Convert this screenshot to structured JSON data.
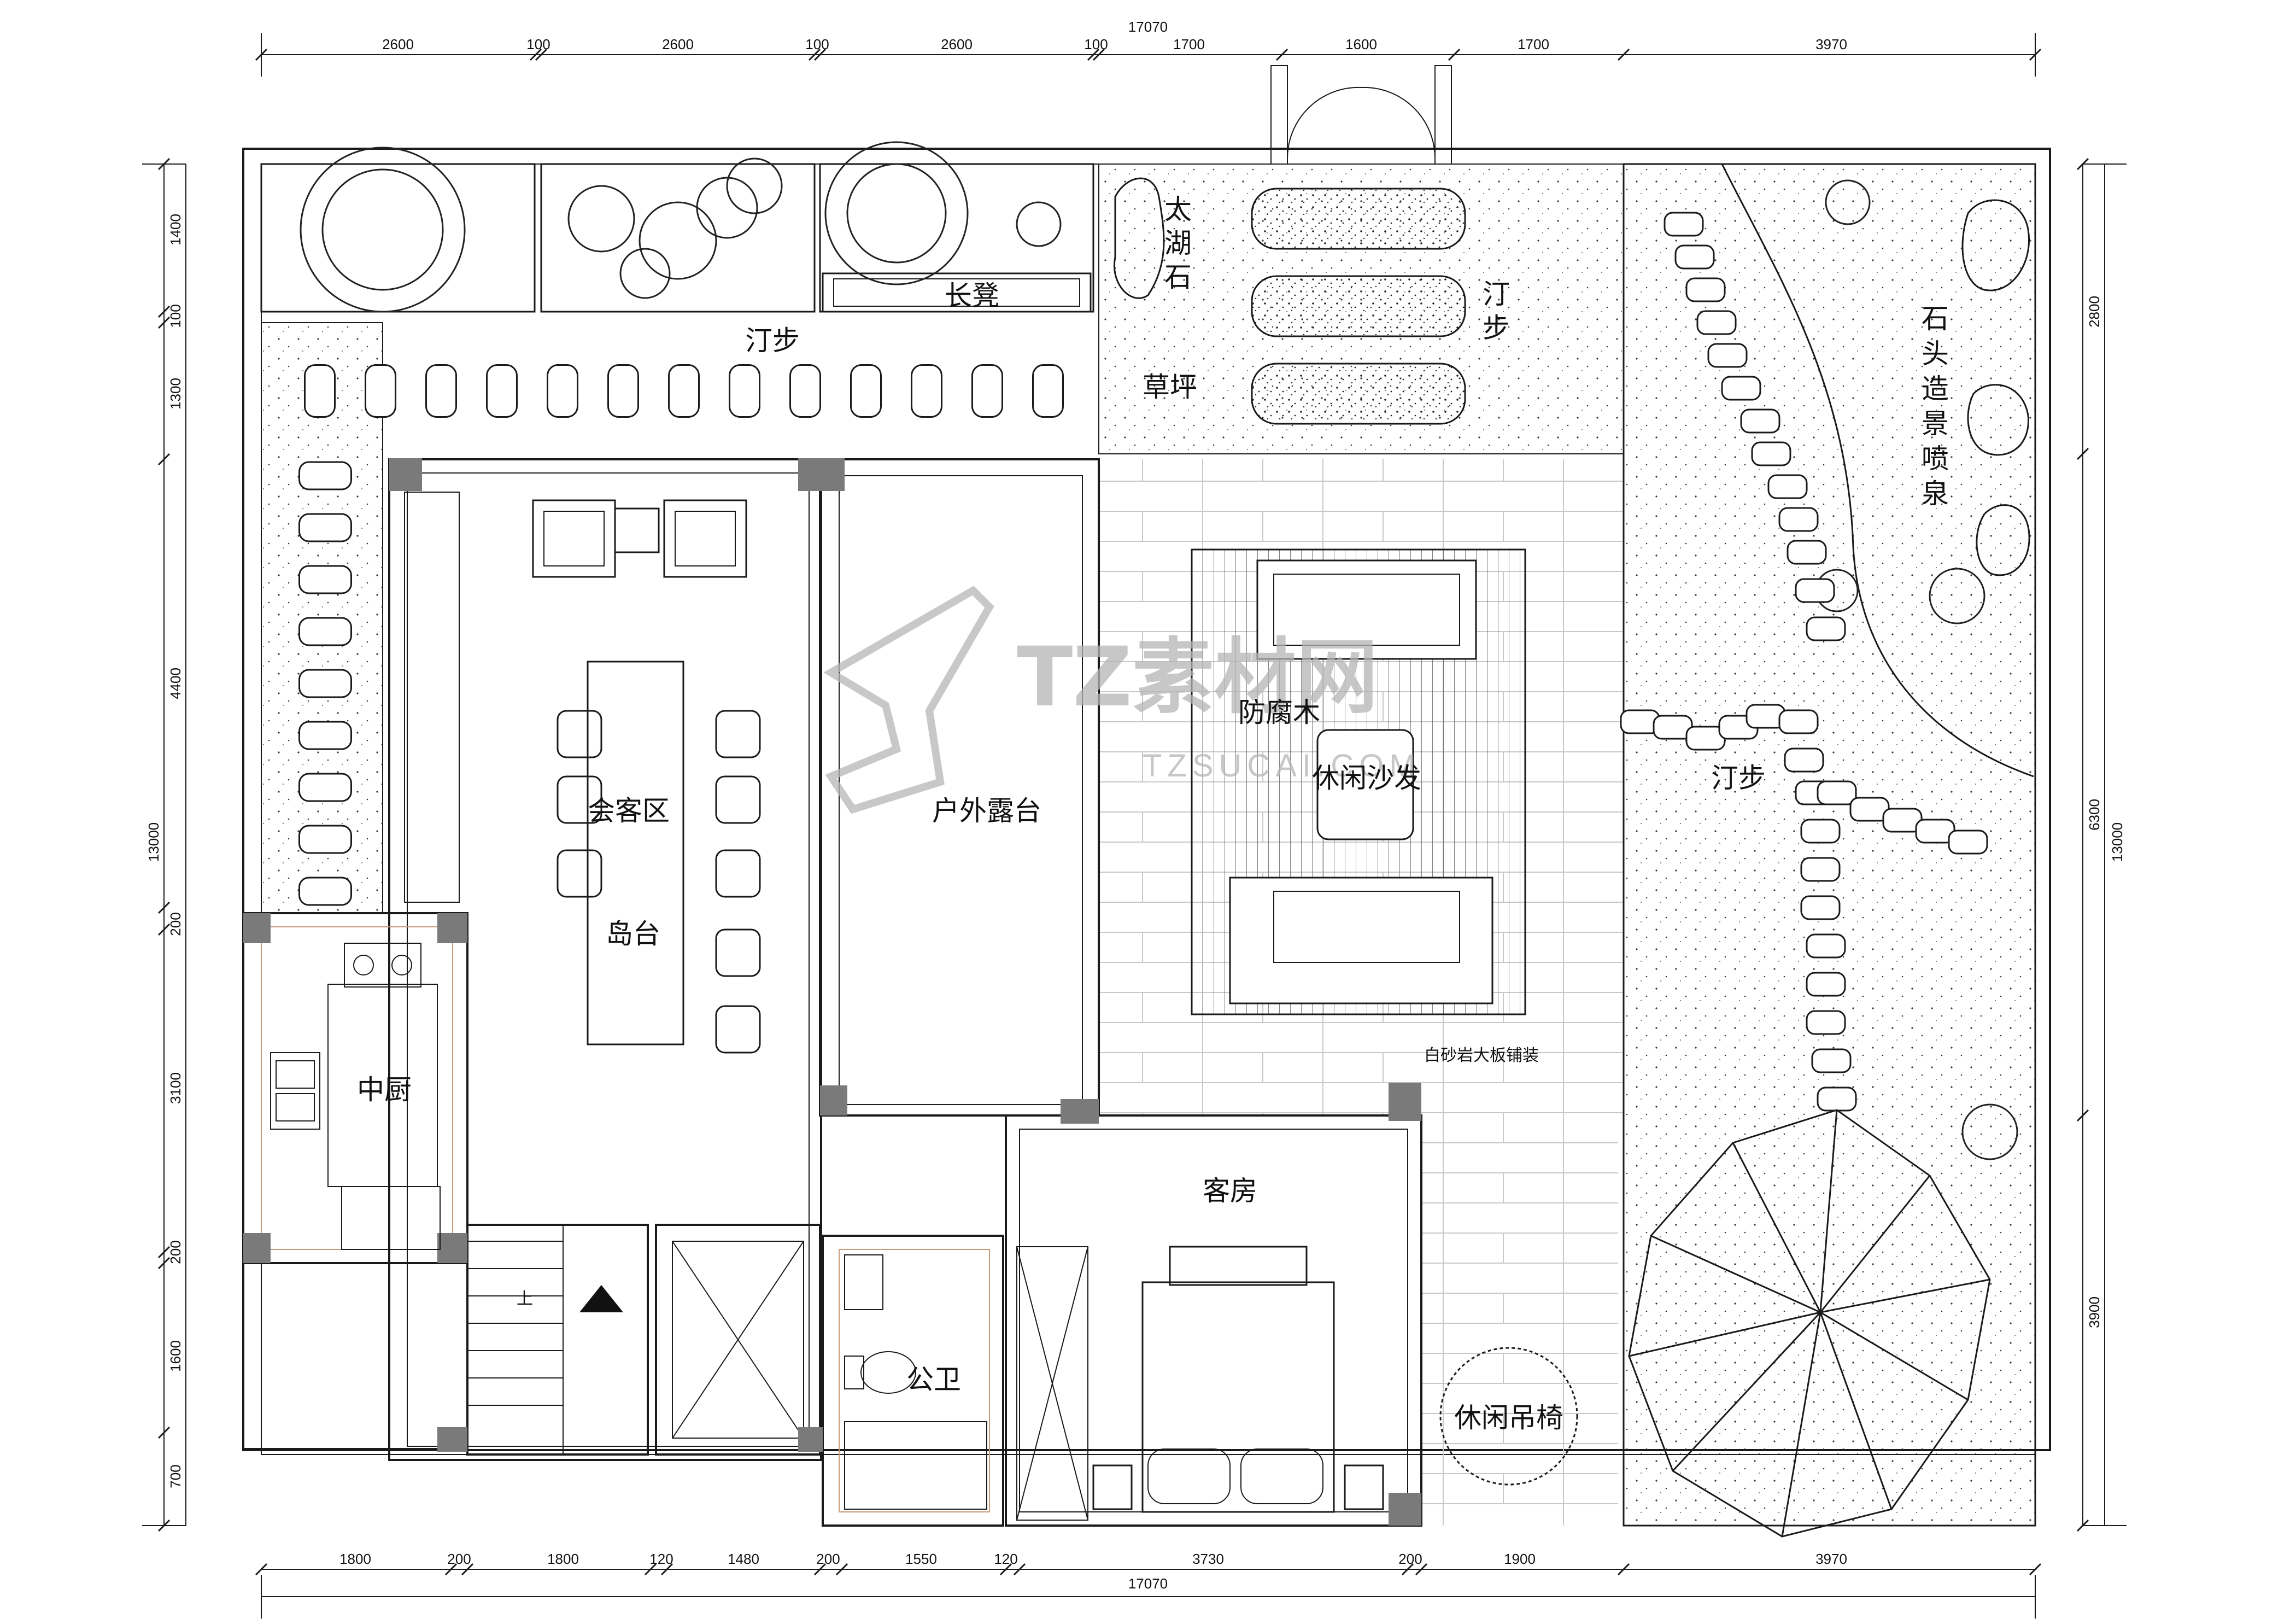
{
  "dimensions": {
    "top_total": "17070",
    "top": [
      "2600",
      "100",
      "2600",
      "100",
      "2600",
      "100",
      "1700",
      "1600",
      "1700",
      "3970"
    ],
    "bottom_total": "17070",
    "bottom": [
      "1800",
      "200",
      "1800",
      "120",
      "1480",
      "200",
      "1550",
      "120",
      "3730",
      "200",
      "1900",
      "3970"
    ],
    "left_total": "13000",
    "left": [
      "1400",
      "100",
      "1300",
      "4400",
      "200",
      "3100",
      "200",
      "1600",
      "700"
    ],
    "right_total": "13000",
    "right": [
      "2800",
      "6300",
      "3900"
    ]
  },
  "rooms": {
    "meeting_area": "会客区",
    "island": "岛台",
    "kitchen": "中厨",
    "outdoor_terrace": "户外露台",
    "guest_room": "客房",
    "public_toilet": "公卫",
    "hanging_chair": "休闲吊椅",
    "lounge_sofa": "休闲沙发",
    "wood_deck": "防腐木",
    "paving_note": "白砂岩大板铺装",
    "bench": "长凳",
    "stepping_stones_top": "汀步",
    "stepping_stones_mid": "汀步",
    "stepping_stones_right": "汀步",
    "lawn": "草坪",
    "taihu_stone": "太湖石",
    "stone_fountain": "石头造景喷泉",
    "stair_up": "上"
  },
  "watermark": {
    "brand": "TZ素材网",
    "url": "TZSUCAI.COM"
  },
  "colors": {
    "line": "#1a1a1a",
    "column": "#7a7a7a",
    "watermark": "#b5b5b5",
    "grid": "#c8c8c8"
  }
}
